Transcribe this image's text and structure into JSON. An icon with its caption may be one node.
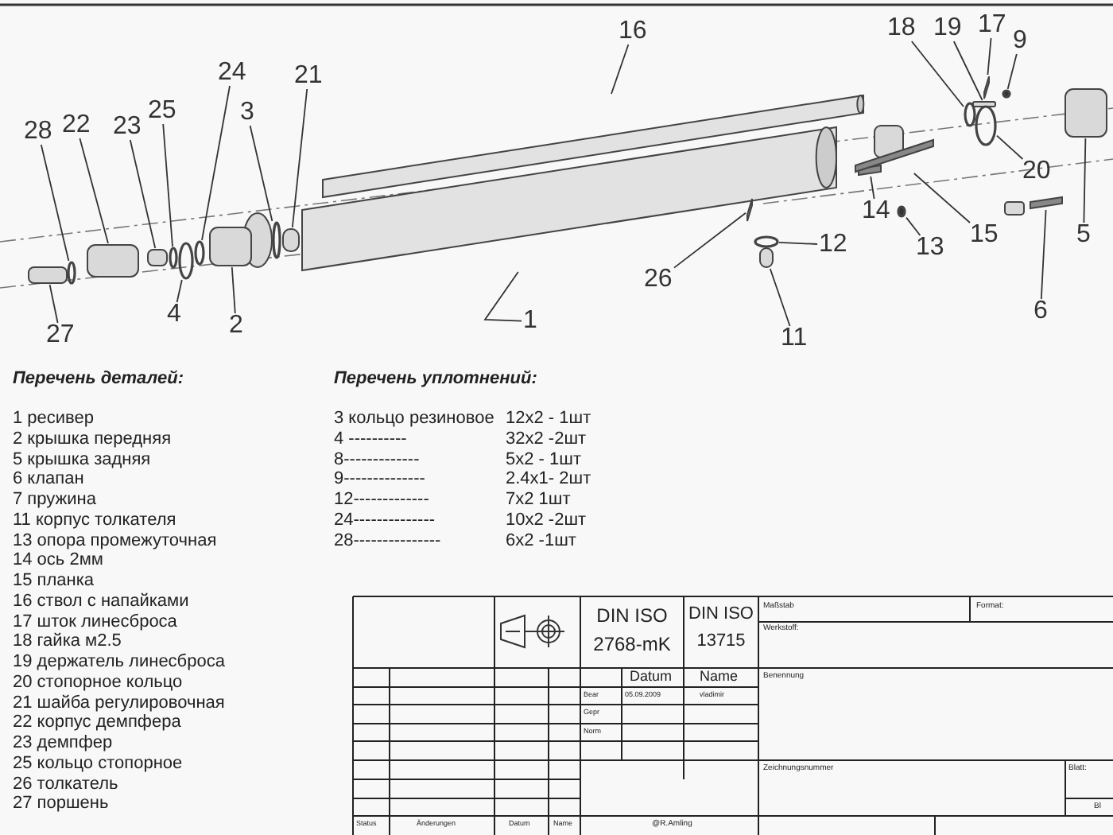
{
  "diagram": {
    "nodes": [
      {
        "text": [
          "16"
        ]
      },
      {
        "text": [
          "18"
        ]
      },
      {
        "text": [
          "19"
        ]
      },
      {
        "text": [
          "17"
        ]
      },
      {
        "text": [
          "9"
        ]
      },
      {
        "text": [
          "24"
        ]
      },
      {
        "text": [
          "21"
        ]
      },
      {
        "text": [
          "3"
        ]
      },
      {
        "text": [
          "25"
        ]
      },
      {
        "text": [
          "28"
        ]
      },
      {
        "text": [
          "22"
        ]
      },
      {
        "text": [
          "23"
        ]
      },
      {
        "text": [
          "20"
        ]
      },
      {
        "text": [
          "14"
        ]
      },
      {
        "text": [
          "5"
        ]
      },
      {
        "text": [
          "13"
        ]
      },
      {
        "text": [
          "15"
        ]
      },
      {
        "text": [
          "12"
        ]
      },
      {
        "text": [
          "26"
        ]
      },
      {
        "text": [
          "4"
        ]
      },
      {
        "text": [
          "2"
        ]
      },
      {
        "text": [
          "1"
        ]
      },
      {
        "text": [
          "27"
        ]
      },
      {
        "text": [
          "11"
        ]
      },
      {
        "text": [
          "6"
        ]
      },
      {
        "text": [],
        "shape": "box"
      },
      {
        "text": [],
        "shape": "circle"
      },
      {
        "text": [],
        "shape": "box"
      },
      {
        "text": [],
        "shape": "box"
      },
      {
        "text": [],
        "shape": "circle"
      },
      {
        "text": [],
        "shape": "circle"
      },
      {
        "text": [],
        "shape": "circle"
      },
      {
        "text": [],
        "shape": "box"
      },
      {
        "text": [],
        "shape": "circle"
      },
      {
        "text": [],
        "shape": "box"
      },
      {
        "text": [],
        "shape": "bar"
      },
      {
        "text": [],
        "shape": "circle"
      },
      {
        "text": [],
        "shape": "bar"
      },
      {
        "text": [],
        "shape": "bar"
      },
      {
        "text": [],
        "shape": "cylinder"
      },
      {
        "text": [],
        "shape": "cylinder"
      },
      {
        "text": [],
        "shape": "bar"
      },
      {
        "text": [],
        "shape": "circle"
      },
      {
        "text": [],
        "shape": "box"
      },
      {
        "text": [],
        "shape": "circle"
      },
      {
        "text": [],
        "shape": "box"
      },
      {
        "text": [],
        "shape": "circle"
      },
      {
        "text": [],
        "shape": "bar"
      },
      {
        "text": [],
        "shape": "circle"
      },
      {
        "text": [],
        "shape": "box"
      }
    ],
    "edges": [
      {
        "from": 0,
        "to": 40,
        "arrow": "none"
      },
      {
        "from": 1,
        "to": 44,
        "arrow": "none"
      },
      {
        "from": 2,
        "to": 45,
        "arrow": "none"
      },
      {
        "from": 3,
        "to": 47,
        "arrow": "none"
      },
      {
        "from": 4,
        "to": 48,
        "arrow": "none"
      },
      {
        "from": 5,
        "to": 31,
        "arrow": "none"
      },
      {
        "from": 6,
        "to": 34,
        "arrow": "none"
      },
      {
        "from": 7,
        "to": 33,
        "arrow": "none"
      },
      {
        "from": 8,
        "to": 29,
        "arrow": "none"
      },
      {
        "from": 9,
        "to": 26,
        "arrow": "none"
      },
      {
        "from": 10,
        "to": 27,
        "arrow": "none"
      },
      {
        "from": 11,
        "to": 28,
        "arrow": "none"
      },
      {
        "from": 12,
        "to": 46,
        "arrow": "none"
      },
      {
        "from": 13,
        "to": 35,
        "arrow": "none"
      },
      {
        "from": 14,
        "to": 49,
        "arrow": "none"
      },
      {
        "from": 15,
        "to": 36,
        "arrow": "none"
      },
      {
        "from": 16,
        "to": 37,
        "arrow": "none"
      },
      {
        "from": 17,
        "to": 42,
        "arrow": "none"
      },
      {
        "from": 18,
        "to": 41,
        "arrow": "none"
      },
      {
        "from": 19,
        "to": 30,
        "arrow": "none"
      },
      {
        "from": 20,
        "to": 32,
        "arrow": "none"
      },
      {
        "from": 21,
        "to": 39,
        "arrow": "none"
      },
      {
        "from": 22,
        "to": 25,
        "arrow": "none"
      },
      {
        "from": 23,
        "to": 43,
        "arrow": "none"
      },
      {
        "from": 24,
        "to": 38,
        "arrow": "none"
      }
    ],
    "labels": [
      "Перечень деталей:",
      "1 ресивер",
      "2 крышка передняя",
      "5 крышка задняя",
      "6 клапан",
      "7 пружина",
      "11 корпус толкателя",
      "13 опора промежуточная",
      "14 ось 2мм",
      "15 планка",
      "16 ствол с напайками",
      "17 шток линесброса",
      "18 гайка м2.5",
      "19 держатель линесброса",
      "20 стопорное кольцо",
      "21 шайба регулировочная",
      "22 корпус демпфера",
      "23 демпфер",
      "25 кольцо стопорное",
      "26 толкатель",
      "27 поршень",
      "Перечень уплотнений:",
      "3 кольцо резиновое",
      "12x2 - 1шт",
      "4 ----------",
      "32x2 -2шт",
      "8-------------",
      "5x2 - 1шт",
      "9--------------",
      "2.4x1- 2шт",
      "12-------------",
      "7x2 1шт",
      "24--------------",
      "10x2 -2шт",
      "28---------------",
      "6x2 -1шт",
      "DIN ISO 2768-mK",
      "DIN ISO 13715",
      "Maßstab",
      "Format:",
      "Werkstoff:",
      "Datum",
      "Name",
      "Benennung",
      "Bear",
      "05.09.2009",
      "vladimir",
      "Gepr",
      "Norm",
      "Zeichnungsnummer",
      "Blatt:",
      "Bl",
      "Status",
      "Änderungen",
      "Datum",
      "Name",
      "@R.Amling"
    ]
  }
}
